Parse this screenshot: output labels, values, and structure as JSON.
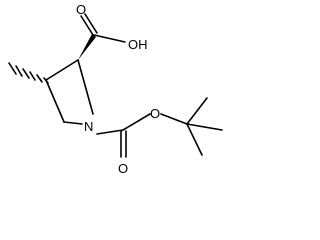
{
  "molecule": {
    "atoms": {
      "carboxylic_acid_o": "O",
      "carboxylic_acid_oh": "OH",
      "ring_nitrogen": "N",
      "boc_carbonyl_o": "O",
      "boc_ester_o": "O"
    }
  },
  "colors": {
    "bond": "#000000",
    "background": "#ffffff"
  }
}
